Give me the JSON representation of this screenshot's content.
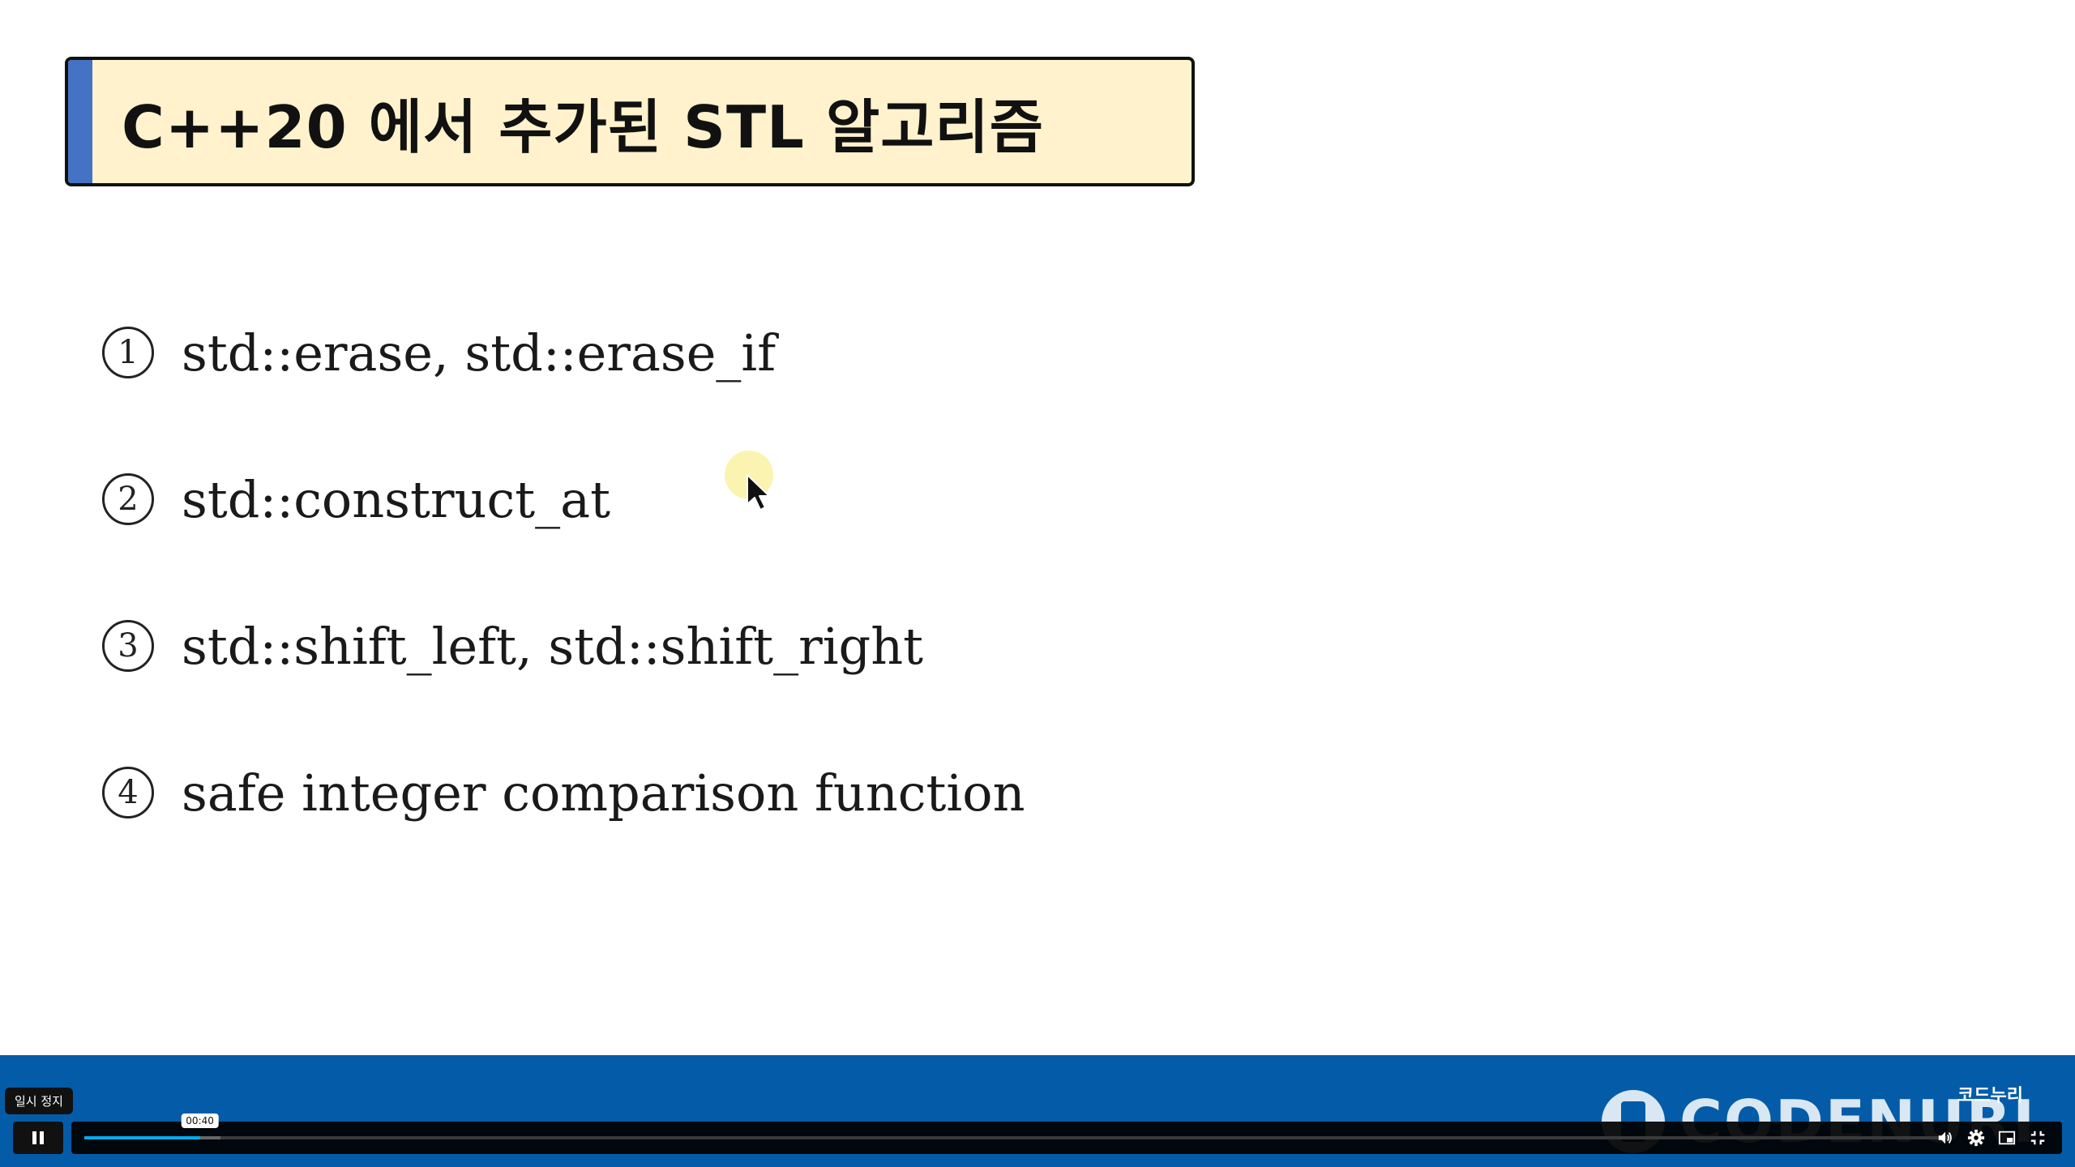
{
  "slide": {
    "title": "C++20 에서 추가된 STL 알고리즘",
    "items": [
      {
        "num": "1",
        "text": "std::erase, std::erase_if"
      },
      {
        "num": "2",
        "text": "std::construct_at"
      },
      {
        "num": "3",
        "text": "std::shift_left, std::shift_right"
      },
      {
        "num": "4",
        "text": "safe integer comparison function"
      }
    ]
  },
  "player": {
    "tooltip": "일시 정지",
    "current_time": "00:40",
    "progress_fraction": 0.062,
    "buffered_fraction": 0.073,
    "icons": [
      "pause-icon",
      "volume-icon",
      "settings-icon",
      "pip-icon",
      "exit-fullscreen-icon"
    ]
  },
  "brand": {
    "korean": "코드누리",
    "logo_text": "CODENURI"
  },
  "colors": {
    "title_bg": "#fff2cc",
    "title_accent": "#4472c4",
    "player_bg": "#045ca8",
    "progress": "#00adef"
  }
}
